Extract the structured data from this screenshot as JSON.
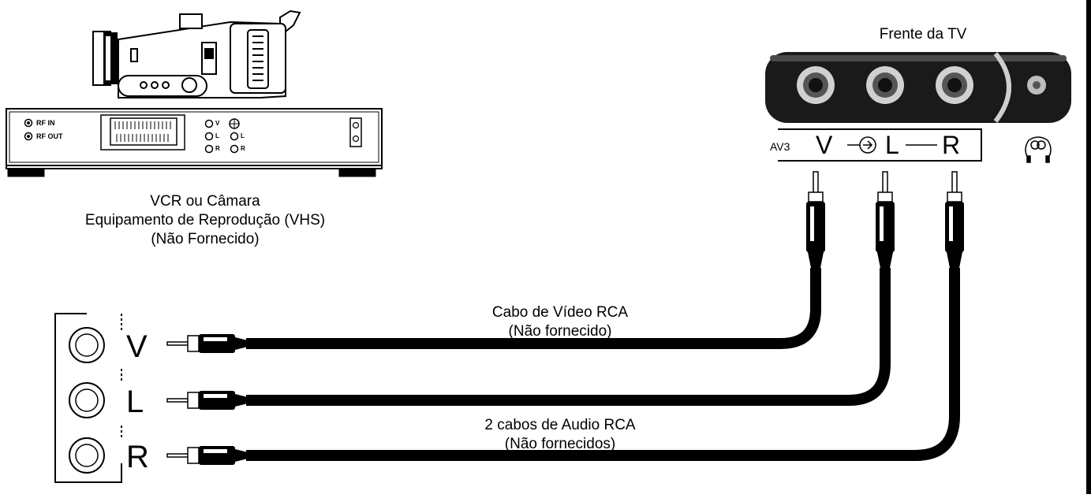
{
  "vcr": {
    "caption": [
      "VCR ou Câmara",
      "Equipamento de Reprodução (VHS)",
      "(Não Fornecido)"
    ],
    "port_rf_in": "RF IN",
    "port_rf_out": "RF OUT",
    "port_v": "V",
    "port_l": "L",
    "port_r": "R"
  },
  "tv": {
    "title": "Frente da TV",
    "input_label": "AV3",
    "jack_v": "V",
    "jack_l": "L",
    "jack_r": "R"
  },
  "source_panel": {
    "labels": [
      "V",
      "L",
      "R"
    ]
  },
  "video_cable": {
    "label": "Cabo de Vídeo RCA",
    "note": "(Não fornecido)"
  },
  "audio_cables": {
    "label": "2 cabos de Audio RCA",
    "note": "(Não fornecidos)"
  },
  "colors": {
    "line": "#000000",
    "tv_panel": "#1a1a1a",
    "tv_jack_ring": "#bdbdbd",
    "background": "#ffffff"
  }
}
